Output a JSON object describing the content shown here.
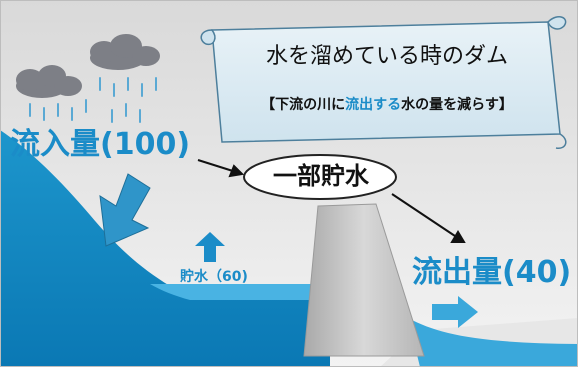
{
  "colors": {
    "water": "#0f8bc4",
    "water_light": "#3aa8db",
    "dam": "#c8c8c8",
    "sky_top": "#dcdcdc",
    "scroll_fill": "#dcebf3",
    "accent_text": "#1b8cc8"
  },
  "scroll": {
    "title": "水を溜めている時のダム",
    "subtitle": {
      "open_bracket": "【",
      "part1": "下流の川に",
      "highlight": "流出する",
      "part2": "水の量を減らす",
      "close_bracket": "】"
    }
  },
  "labels": {
    "inflow": "流入量(100)",
    "outflow": "流出量(40)",
    "storage": "貯水（60)",
    "partial_storage": "一部貯水"
  },
  "icons": {
    "clouds": "cloud-icon",
    "rain": "rain-icon",
    "inflow_arrow": "down-left-arrow-icon",
    "storage_arrow": "up-arrow-icon",
    "outflow_arrow": "right-arrow-icon"
  }
}
